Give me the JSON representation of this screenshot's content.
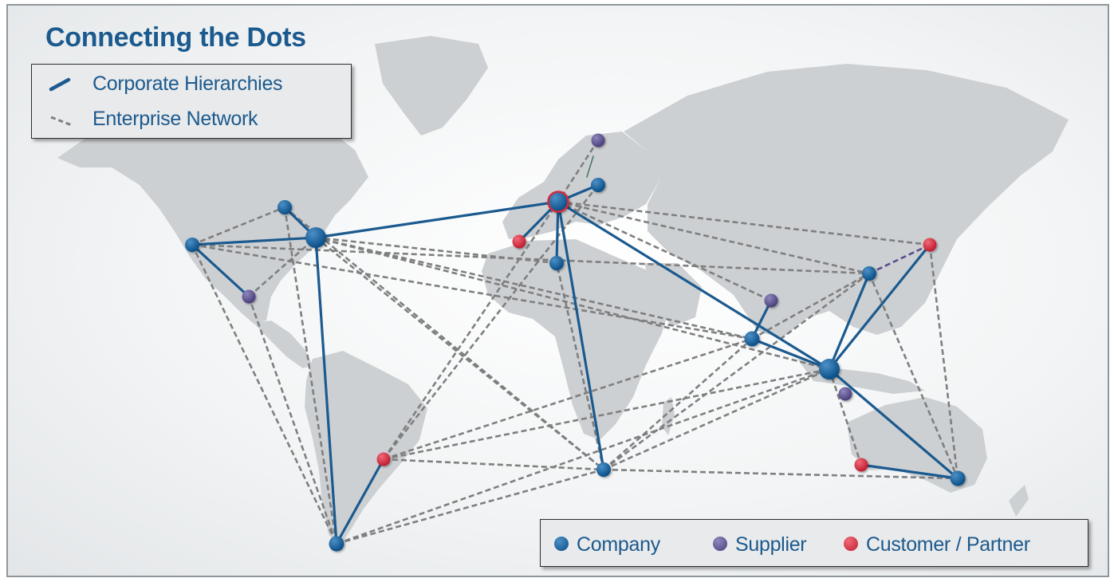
{
  "title": "Connecting the Dots",
  "line_legend": {
    "hierarchy_label": "Corporate Hierarchies",
    "network_label": "Enterprise Network"
  },
  "node_legend": {
    "company_label": "Company",
    "supplier_label": "Supplier",
    "customer_label": "Customer / Partner"
  },
  "colors": {
    "company": "#0f5a95",
    "supplier": "#5a4e8c",
    "customer": "#d32a3c",
    "hierarchy_line": "#1b5a8e",
    "network_line": "#7f7f7f",
    "map": "#cdd0d3"
  }
}
